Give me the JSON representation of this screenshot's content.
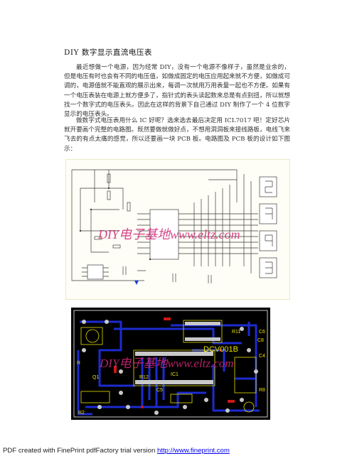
{
  "document": {
    "title": "DIY 数字显示直流电压表",
    "paragraphs": [
      "最近想做一个电源，因为经常 DIY，没有一个电源不像样子，虽然是业余的，但是电压有时也会有不同的电压值，如做成固定的电压应用起来就不方便，如做成可调的，电源值就不能直观的展示出来，每调一次就用万用表量一起也不方便。如果有一个电压表装在电源上就方便多了，指针式的表头读起数来总是有点别扭，所以就想找一个数字式的电压表头。因此在这样的背景下自己通过 DIY 制作了一个 4 位数字显示的电压表头。",
      "做数字式电压表用什么 IC 好呢？选来选去最后决定用 ICL7017 吧！定好芯片就开要画个完整的电路图。既然要做就做好点，不想用洞洞板来接线路板，电线飞来飞去的有点太痛的感觉，所以还要画一块 PCB 板。电路图及 PCB 板的设计如下图示："
    ]
  },
  "figures": {
    "schematic_watermark": "DIY电子基地www.eltz.com",
    "pcb_watermark": "DIY电子基地www.eltz.com",
    "pcb_board_label": "DCV001B",
    "pcb_labels": [
      "R",
      "C8",
      "C6",
      "C4",
      "R11",
      "R12",
      "R8",
      "Q1",
      "IC1",
      "C5",
      "R2"
    ]
  },
  "footer": {
    "text": "PDF created with FinePrint pdfFactory trial version ",
    "link": "http://www.fineprint.com"
  },
  "colors": {
    "pcb_background": "#000000",
    "pcb_trace": "#1c2bd0",
    "pcb_pad": "#c8c8c8",
    "pcb_silk": "#e8e000",
    "pcb_red": "#d01818",
    "schematic_line": "#3a3a3a",
    "watermark": "#d02878"
  }
}
